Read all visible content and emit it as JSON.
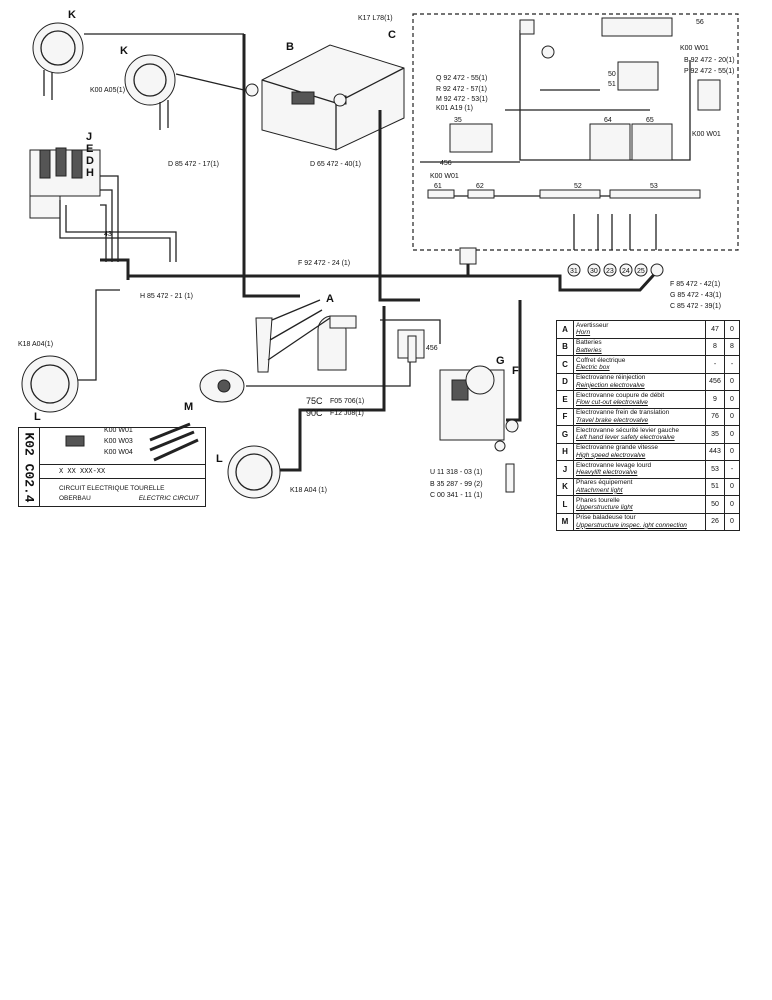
{
  "title_block": {
    "code": "K02 C02.4",
    "ref": "X XX XXX-XX",
    "title_fr": "CIRCUIT ELECTRIQUE TOURELLE",
    "title_de": "OBERBAU",
    "title_en": "ELECTRIC CIRCUIT"
  },
  "connectors": {
    "k17_l78": "K17  L78(1)",
    "k00_w01_top": "K00  W01",
    "k00_a05": "K00 A05(1)",
    "k01_a19": "K01  A19 (1)",
    "k00_w01_mid": "K00  W01",
    "k00_w01_right": "K00  W01",
    "k18_a04_left": "K18  A04(1)",
    "k18_a04_bottom": "K18  A04 (1)",
    "k00_w01_bl": "K00  W01",
    "k00_w03_bl": "K00  W03",
    "k00_w04_bl": "K00  W04"
  },
  "parts": {
    "d85_472_17": "D 85 472 - 17(1)",
    "d65_472_40": "D 65 472 - 40(1)",
    "h85_472_21": "H 85 472 - 21 (1)",
    "f92_472_24": "F 92 472 - 24 (1)",
    "f85_472_42": "F 85 472 - 42(1)",
    "g85_472_43": "G 85 472 - 43(1)",
    "c85_472_39": "C 85 472 - 39(1)",
    "q92_472_55": "Q 92 472 - 55(1)",
    "r92_472_57": "R 92 472 - 57(1)",
    "m92_472_53": "M 92 472 - 53(1)",
    "b92_472_20": "B 92 472 - 20(1)",
    "p92_472_55": "P 92 472 - 55(1)",
    "f05_706": "F05  706(1)",
    "f12_j08": "F12  J08(1)",
    "v75c": "75C",
    "v90c": "90C",
    "u11_318_03": "U 11 318 - 03 (1)",
    "b35_287_99": "B 35 287 - 99 (2)",
    "c00_341_11": "C 00 341 - 11 (1)"
  },
  "callouts": [
    "K",
    "K",
    "B",
    "C",
    "J",
    "E",
    "D",
    "H",
    "A",
    "M",
    "L",
    "L",
    "G",
    "F"
  ],
  "terminals": {
    "t31": "31",
    "t30": "30",
    "t23": "23",
    "t24": "24",
    "t25": "25",
    "t35": "35",
    "t56": "56",
    "t61": "61",
    "t62": "62",
    "t52": "52",
    "t53": "53",
    "t64": "64",
    "t65": "65",
    "t50": "50",
    "t51": "51",
    "t456a": "456",
    "t456b": "456",
    "t43": "43"
  },
  "legend": [
    {
      "letter": "A",
      "fr": "Avertisseur",
      "en": "Horn",
      "num": "47",
      "sub": "0"
    },
    {
      "letter": "B",
      "fr": "Batteries",
      "en": "Batteries",
      "num": "8",
      "sub": "8"
    },
    {
      "letter": "C",
      "fr": "Coffret électrique",
      "en": "Electric box",
      "num": "-",
      "sub": "-"
    },
    {
      "letter": "D",
      "fr": "Electrovanne réinjection",
      "en": "Reinjection electrovalve",
      "num": "456",
      "sub": "0"
    },
    {
      "letter": "E",
      "fr": "Electrovanne coupure de débit",
      "en": "Flow cut-out electrovalve",
      "num": "9",
      "sub": "0"
    },
    {
      "letter": "F",
      "fr": "Electrovanne frein de translation",
      "en": "Travel brake electrovalve",
      "num": "76",
      "sub": "0"
    },
    {
      "letter": "G",
      "fr": "Electrovanne sécurité levier gauche",
      "en": "Left hand lever safety electrovalve",
      "num": "35",
      "sub": "0"
    },
    {
      "letter": "H",
      "fr": "Electrovanne grande vitesse",
      "en": "High speed electrovalve",
      "num": "443",
      "sub": "0"
    },
    {
      "letter": "J",
      "fr": "Electrovanne levage lourd",
      "en": "Heavylift electrovalve",
      "num": "53",
      "sub": "-"
    },
    {
      "letter": "K",
      "fr": "Phares équipement",
      "en": "Attachment light",
      "num": "51",
      "sub": "0"
    },
    {
      "letter": "L",
      "fr": "Phares tourelle",
      "en": "Upperstructure light",
      "num": "50",
      "sub": "0"
    },
    {
      "letter": "M",
      "fr": "Prise baladeuse tour",
      "en": "Upperstructure inspec.      ight connection",
      "num": "26",
      "sub": "0"
    }
  ]
}
